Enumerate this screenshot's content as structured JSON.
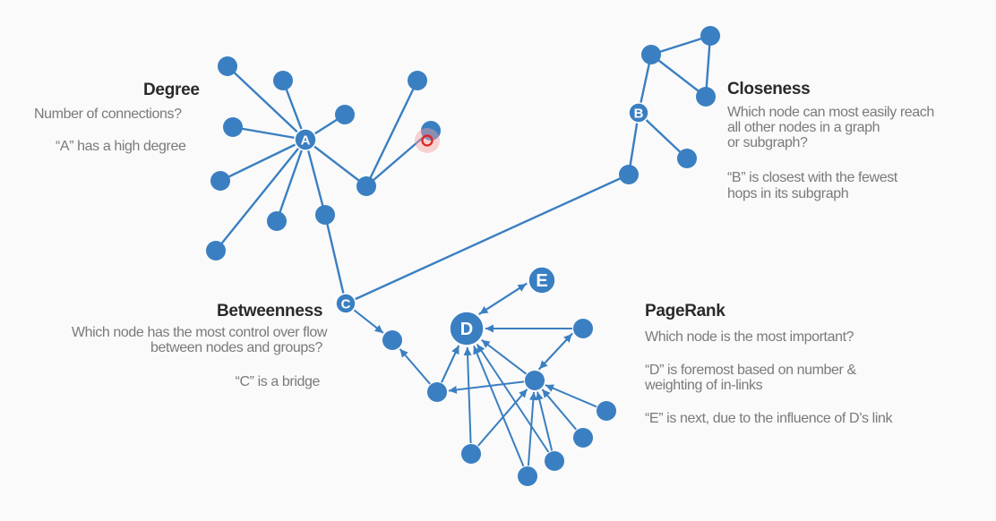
{
  "colors": {
    "node": "#3a7fc1",
    "edge": "#3a7fc1",
    "cursor": "#e02020"
  },
  "degree": {
    "title": "Degree",
    "question": "Number of connections?",
    "note": "“A” has a high degree"
  },
  "closeness": {
    "title": "Closeness",
    "question_lines": [
      "Which node can most easily reach",
      "all other  nodes in a graph",
      "or subgraph?"
    ],
    "note_lines": [
      "“B” is closest with the fewest",
      "hops in its  subgraph"
    ]
  },
  "betweenness": {
    "title": "Betweenness",
    "question_lines": [
      "Which node has the most control over flow",
      "between nodes and groups?"
    ],
    "note": "“C”  is  a bridge"
  },
  "pagerank": {
    "title": "PageRank",
    "question": "Which node is the most important?",
    "note1_lines": [
      "“D” is foremost based on number &",
      "weighting of in-links"
    ],
    "note2": "“E” is next, due to the influence of D’s link"
  },
  "node_labels": {
    "A": "A",
    "B": "B",
    "C": "C",
    "D": "D",
    "E": "E"
  }
}
